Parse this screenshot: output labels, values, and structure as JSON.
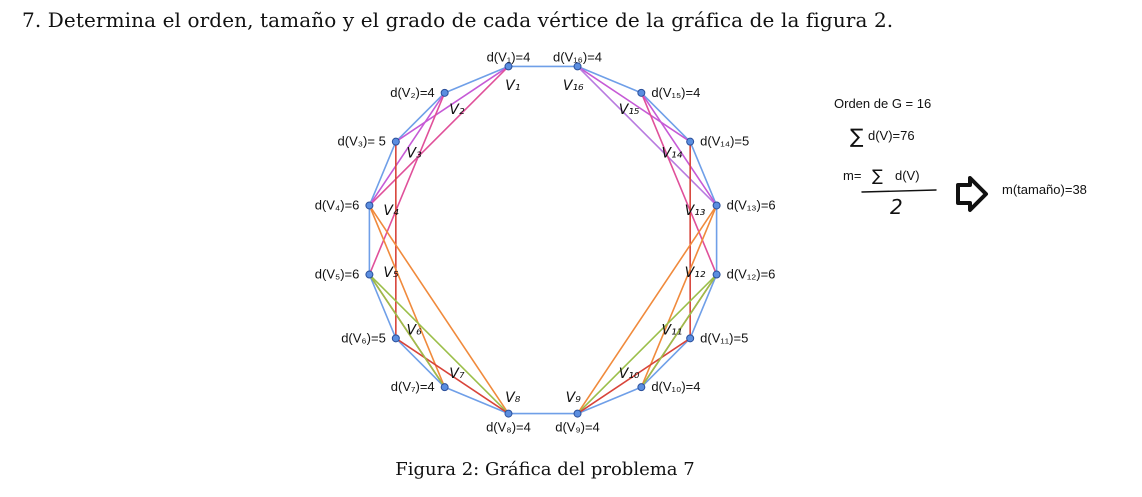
{
  "problem": {
    "number": "7.",
    "text": "Determina el orden, tamaño y el grado de cada vértice de la gráfica de la figura 2."
  },
  "caption": "Figura 2: Gráfica del problema 7",
  "graph": {
    "vertices": [
      {
        "id": "v1",
        "degree_label": "d(V₁)=4",
        "hand_label": "V₁"
      },
      {
        "id": "v2",
        "degree_label": "d(V₂)=4",
        "hand_label": "V₂"
      },
      {
        "id": "v3",
        "degree_label": "d(V₃)= 5",
        "hand_label": "V₃"
      },
      {
        "id": "v4",
        "degree_label": "d(V₄)=6",
        "hand_label": "V₄"
      },
      {
        "id": "v5",
        "degree_label": "d(V₅)=6",
        "hand_label": "V₅"
      },
      {
        "id": "v6",
        "degree_label": "d(V₆)=5",
        "hand_label": "V₆"
      },
      {
        "id": "v7",
        "degree_label": "d(V₇)=4",
        "hand_label": "V₇"
      },
      {
        "id": "v8",
        "degree_label": "d(V₈)=4",
        "hand_label": "V₈"
      },
      {
        "id": "v9",
        "degree_label": "d(V₉)=4",
        "hand_label": "V₉"
      },
      {
        "id": "v10",
        "degree_label": "d(V₁₀)=4",
        "hand_label": "V₁₀"
      },
      {
        "id": "v11",
        "degree_label": "d(V₁₁)=5",
        "hand_label": "V₁₁"
      },
      {
        "id": "v12",
        "degree_label": "d(V₁₂)=6",
        "hand_label": "V₁₂"
      },
      {
        "id": "v13",
        "degree_label": "d(V₁₃)=6",
        "hand_label": "V₁₃"
      },
      {
        "id": "v14",
        "degree_label": "d(V₁₄)=5",
        "hand_label": "V₁₄"
      },
      {
        "id": "v15",
        "degree_label": "d(V₁₅)=4",
        "hand_label": "V₁₅"
      },
      {
        "id": "v16",
        "degree_label": "d(V₁₆)=4",
        "hand_label": "V₁₆"
      }
    ],
    "edges": [
      {
        "from": "v1",
        "to": "v2",
        "color": "#6f9fe8"
      },
      {
        "from": "v2",
        "to": "v3",
        "color": "#6f9fe8"
      },
      {
        "from": "v3",
        "to": "v4",
        "color": "#6f9fe8"
      },
      {
        "from": "v4",
        "to": "v5",
        "color": "#6f9fe8"
      },
      {
        "from": "v5",
        "to": "v6",
        "color": "#6f9fe8"
      },
      {
        "from": "v6",
        "to": "v7",
        "color": "#6f9fe8"
      },
      {
        "from": "v7",
        "to": "v8",
        "color": "#6f9fe8"
      },
      {
        "from": "v8",
        "to": "v9",
        "color": "#6f9fe8"
      },
      {
        "from": "v9",
        "to": "v10",
        "color": "#6f9fe8"
      },
      {
        "from": "v10",
        "to": "v11",
        "color": "#6f9fe8"
      },
      {
        "from": "v11",
        "to": "v12",
        "color": "#6f9fe8"
      },
      {
        "from": "v12",
        "to": "v13",
        "color": "#6f9fe8"
      },
      {
        "from": "v13",
        "to": "v14",
        "color": "#6f9fe8"
      },
      {
        "from": "v14",
        "to": "v15",
        "color": "#6f9fe8"
      },
      {
        "from": "v15",
        "to": "v16",
        "color": "#6f9fe8"
      },
      {
        "from": "v16",
        "to": "v1",
        "color": "#6f9fe8"
      },
      {
        "from": "v1",
        "to": "v3",
        "color": "#c65ad6"
      },
      {
        "from": "v1",
        "to": "v4",
        "color": "#e0509a"
      },
      {
        "from": "v2",
        "to": "v4",
        "color": "#c65ad6"
      },
      {
        "from": "v2",
        "to": "v5",
        "color": "#e0509a"
      },
      {
        "from": "v16",
        "to": "v14",
        "color": "#c65ad6"
      },
      {
        "from": "v16",
        "to": "v13",
        "color": "#b87ae0"
      },
      {
        "from": "v15",
        "to": "v13",
        "color": "#c65ad6"
      },
      {
        "from": "v15",
        "to": "v12",
        "color": "#e0509a"
      },
      {
        "from": "v3",
        "to": "v6",
        "color": "#d8443a"
      },
      {
        "from": "v4",
        "to": "v7",
        "color": "#f08a3c"
      },
      {
        "from": "v4",
        "to": "v8",
        "color": "#f08a3c"
      },
      {
        "from": "v5",
        "to": "v7",
        "color": "#d8443a"
      },
      {
        "from": "v5",
        "to": "v8",
        "color": "#9bbf4a"
      },
      {
        "from": "v6",
        "to": "v8",
        "color": "#d8443a"
      },
      {
        "from": "v14",
        "to": "v11",
        "color": "#d8443a"
      },
      {
        "from": "v13",
        "to": "v10",
        "color": "#f08a3c"
      },
      {
        "from": "v13",
        "to": "v9",
        "color": "#f08a3c"
      },
      {
        "from": "v12",
        "to": "v10",
        "color": "#d8443a"
      },
      {
        "from": "v12",
        "to": "v9",
        "color": "#9bbf4a"
      },
      {
        "from": "v11",
        "to": "v9",
        "color": "#d8443a"
      },
      {
        "from": "v7",
        "to": "v5",
        "color": "#9bbf4a"
      },
      {
        "from": "v10",
        "to": "v12",
        "color": "#9bbf4a"
      }
    ]
  },
  "side_notes": {
    "order": "Orden de G = 16",
    "sum": "d(V)=76",
    "sum_symbol": "∑",
    "formula_prefix": "m=",
    "formula_numerator": "d(V)",
    "formula_denominator": "2",
    "result": "m(tamaño)=38"
  }
}
